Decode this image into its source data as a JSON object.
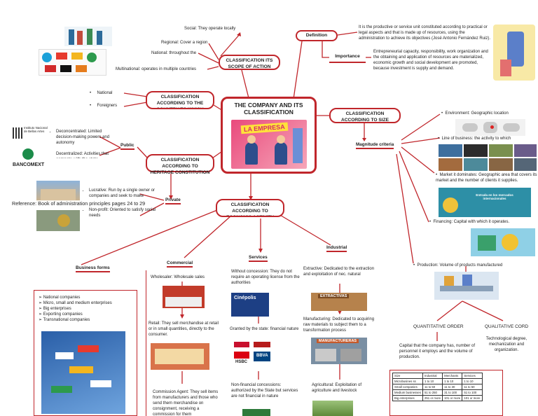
{
  "center": {
    "title": "THE COMPANY AND ITS CLASSIFICATION",
    "banner": "LA EMPRESA"
  },
  "definition": {
    "label": "Definition",
    "text": "It is the productive or service unit constituted according to practical or legal aspects and that is made up of resources, using the administration to achieve its objectives (José Antonio Fernández Ruiz)."
  },
  "importance": {
    "label": "Importance",
    "text": "Entrepreneurial capacity, responsibility, work organization and the obtaining and application of resources are materialized, economic growth and social development are promoted, because investment is supply and demand."
  },
  "scope": {
    "label": "CLASSIFICATION ITS SCOPE OF ACTION",
    "items": [
      "Social: They operate locally",
      "Regional: Cover a region",
      "National: throughout the",
      "Multinational: operates in multiple countries"
    ]
  },
  "country": {
    "label": "CLASSIFICATION ACCORDING TO THE COUNTRY TO WHICH THEY BELONG",
    "items": [
      "National",
      "Foreigners"
    ]
  },
  "heritage": {
    "label": "CLASSIFICATION ACCORDING TO HERITAGE CONSTITUTION",
    "public_label": "Public",
    "public_items": [
      "Deconcentrated: Limited decision-making powers and autonomy",
      "Decentralized: Activities that compete with the state"
    ],
    "private_label": "Private",
    "private_items": [
      "Lucrative: Run by a single owner or companies and seek to make",
      "Non-profit: Oriented to satisfy social needs"
    ],
    "logo_top": "Instituto Nacional de Bellas Artes",
    "logo_bottom": "BANCOMEXT"
  },
  "reference": "Reference: Book of administration principles pages 24 to 29",
  "size": {
    "label": "CLASSIFICATION ACCORDING TO SIZE",
    "criteria_label": "Magnitude criteria",
    "items": [
      "Environment: Geographic location",
      "Line of business: the activity to which",
      "Market it dominates: Geographic area that covers its market and the number of clients it supplies.",
      "Financing: Capital with which it operates.",
      "Production: Volume of products manufactured"
    ],
    "quantitative": "QUANTITATIVE ORDER",
    "qualitative": "QUALITATIVE CORD",
    "quantitative_text": "Capital that the company has, number of personnel it employs and the volume of production.",
    "qualitative_text": "Technological degree, mechanization and organization.",
    "table": {
      "headers": [
        "Size",
        "Industrial",
        "Merchants",
        "Services"
      ],
      "rows": [
        [
          "Microbusines ss",
          "1 to 10",
          "1 to 10",
          "1 to 10"
        ],
        [
          "Small companies",
          "11 to 50",
          "11 to 30",
          "11 to 50"
        ],
        [
          "Medium businesses",
          "51 to 250",
          "31 to 100",
          "51 to 100"
        ],
        [
          "Big enterprises",
          "251 or more",
          "101 or more",
          "101 or more"
        ]
      ]
    }
  },
  "economic": {
    "label": "CLASSIFICATION ACCORDING TO ECONOMIC ACTIVITY",
    "business_forms": {
      "label": "Business forms",
      "items": [
        "National companies",
        "Micro, small and medium enterprises",
        "Big enterprises",
        "Exporting companies",
        "Transnational companies"
      ]
    },
    "commercial": {
      "label": "Commercial",
      "items": [
        "Wholesaler: Wholesale sales",
        "Retail: They sell merchandise at retail or in small quantities, directly to the consumer.",
        "Commission Agent: They sell items from manufacturers and those who send them merchandise on consignment, receiving a commission for them"
      ]
    },
    "services": {
      "label": "Services",
      "items": [
        "Without concession: They do not require an operating license from the authorities",
        "Granted by the state: financial nature",
        "Non-financial concessions: authorized by the State but services are not financial in nature"
      ],
      "sign": "Cinépolis"
    },
    "industrial": {
      "label": "Industrial",
      "items": [
        "Extractive: Dedicated to the extraction and exploitation of nec. natural",
        "Manufacturing: Dedicated to acquiring raw materials to subject them to a transformation process",
        "Agricultural: Exploitation of agriculture and livestock"
      ],
      "img1": "EXTRACTIVAS",
      "img2": "MANUFACTURERAS"
    }
  },
  "image_labels": {
    "market": "Entrada en los mercados internacionales",
    "bank1": "HSBC",
    "bank2": "BBVA"
  }
}
